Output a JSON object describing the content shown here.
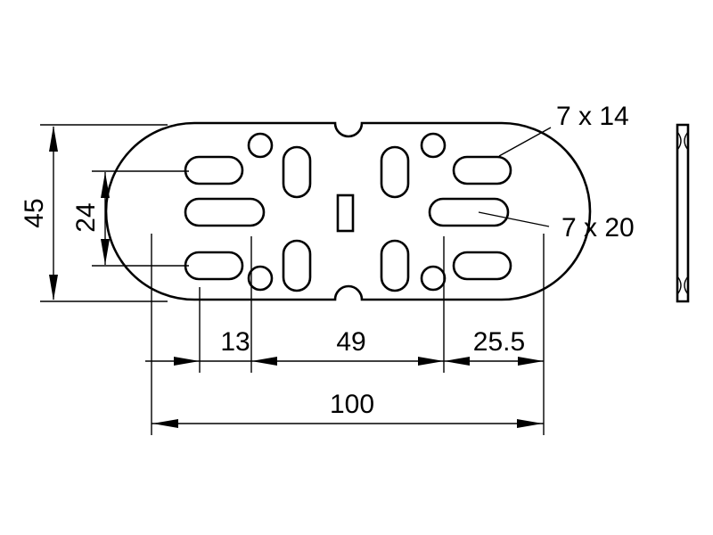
{
  "dimensions": {
    "overall_height": "45",
    "slot_spacing": "24",
    "hole_offset_left": "13",
    "center_spacing": "49",
    "hole_offset_right": "25.5",
    "overall_width": "100"
  },
  "callouts": {
    "small_slot": "7 x 14",
    "large_slot": "7 x 20"
  }
}
